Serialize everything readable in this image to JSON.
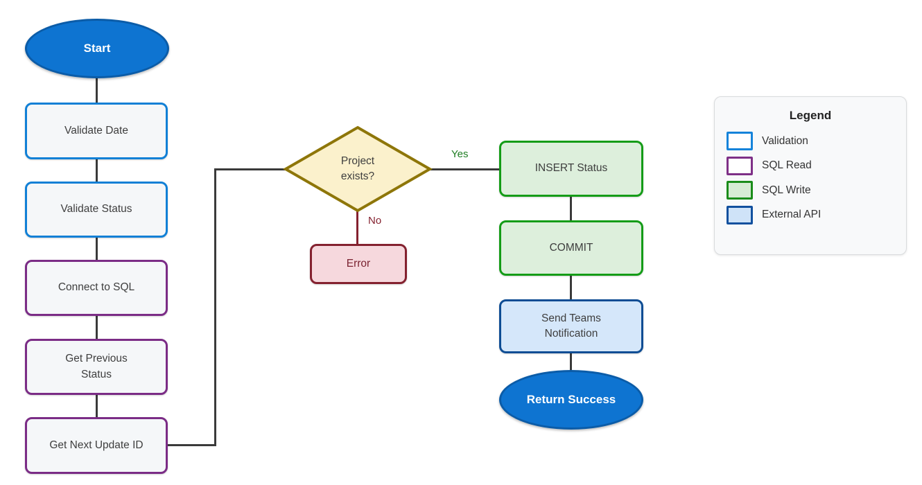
{
  "diagram": {
    "nodes": {
      "start": {
        "label": "Start",
        "shape": "terminator"
      },
      "validate_date": {
        "label": "Validate Date",
        "category": "Validation"
      },
      "validate_status": {
        "label": "Validate Status",
        "category": "Validation"
      },
      "connect_to_sql": {
        "label": "Connect to SQL",
        "category": "SQL Read"
      },
      "get_previous_status": {
        "label": "Get Previous\nStatus",
        "category": "SQL Read"
      },
      "get_next_update_id": {
        "label": "Get Next Update ID",
        "category": "SQL Read"
      },
      "decision": {
        "label": "Project\nexists?",
        "shape": "diamond"
      },
      "error": {
        "label": "Error"
      },
      "insert_status": {
        "label": "INSERT Status",
        "category": "SQL Write"
      },
      "commit": {
        "label": "COMMIT",
        "category": "SQL Write"
      },
      "send_teams_notification": {
        "label": "Send Teams\nNotification",
        "category": "External API"
      },
      "return_success": {
        "label": "Return Success",
        "shape": "terminator"
      }
    },
    "edge_labels": {
      "yes": "Yes",
      "no": "No"
    }
  },
  "legend": {
    "title": "Legend",
    "items": [
      {
        "label": "Validation",
        "border": "#1583DA",
        "fill": "#FFFFFF"
      },
      {
        "label": "SQL Read",
        "border": "#7E2F87",
        "fill": "#FFFFFF"
      },
      {
        "label": "SQL Write",
        "border": "#1A8C1A",
        "fill": "#D7ECD5"
      },
      {
        "label": "External API",
        "border": "#11509E",
        "fill": "#CFE3F8"
      }
    ]
  },
  "palette": {
    "terminator_fill": "#0E74D1",
    "terminator_border": "#0B5CA8",
    "validation_border": "#1180D6",
    "sql_read_border": "#7B2C86",
    "sql_write_border": "#149C17",
    "sql_write_fill": "#DDEFDC",
    "external_api_border": "#0E4D94",
    "external_api_fill": "#D5E7FA",
    "decision_fill": "#FBF1CC",
    "decision_border": "#8E7609",
    "error_fill": "#F6D8DD",
    "error_border": "#84212F",
    "process_fill": "#F5F7F9",
    "connector": "#3A3A3A",
    "yes_label_color": "#1E7D22",
    "no_label_color": "#84212F"
  }
}
